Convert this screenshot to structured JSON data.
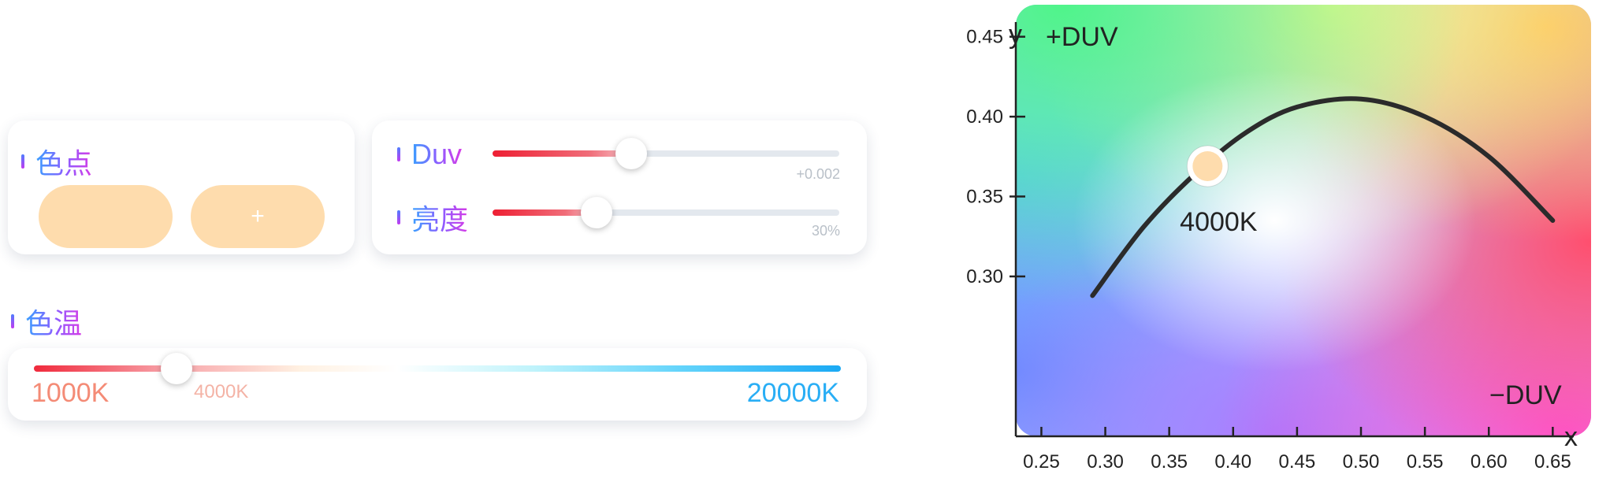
{
  "color_point": {
    "title": "色点",
    "add_label": "+"
  },
  "duv": {
    "label": "Duv",
    "value": 0.4,
    "value_text": "+0.002"
  },
  "brightness": {
    "label": "亮度",
    "value": 0.3,
    "value_text": "30%"
  },
  "color_temp": {
    "title": "色温",
    "min_label": "1000K",
    "max_label": "20000K",
    "current_label": "4000K",
    "value": 0.17
  },
  "colors": {
    "swatch": "#fedcad",
    "min_label": "#f48b76",
    "max_label": "#29aef5",
    "locus": "#2b2b2b"
  },
  "chart_data": {
    "type": "line",
    "x": [
      0.29,
      0.33,
      0.37,
      0.41,
      0.45,
      0.5,
      0.55,
      0.6,
      0.65
    ],
    "y": [
      0.288,
      0.331,
      0.364,
      0.39,
      0.406,
      0.411,
      0.4,
      0.375,
      0.335
    ],
    "xlabel": "x",
    "ylabel": "y",
    "xlim": [
      0.23,
      0.68
    ],
    "ylim": [
      0.2,
      0.47
    ],
    "xticks": [
      "0.25",
      "0.30",
      "0.35",
      "0.40",
      "0.45",
      "0.50",
      "0.55",
      "0.60",
      "0.65"
    ],
    "yticks": [
      "0.30",
      "0.35",
      "0.40",
      "0.45"
    ],
    "marker": {
      "x": 0.38,
      "y": 0.369,
      "label": "4000K"
    },
    "annotations": {
      "top_left": "+DUV",
      "bottom_right": "−DUV"
    }
  }
}
